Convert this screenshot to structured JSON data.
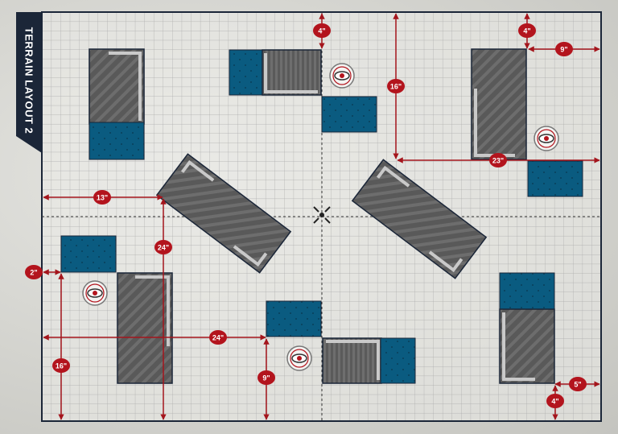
{
  "title": "TERRAIN LAYOUT 2",
  "colors": {
    "grid_line": "#a9a9a9",
    "board_border": "#1b2638",
    "ruin_fill": "#5a5a5a",
    "ruin_stripe": "#6e6e6e",
    "ruin_wall": "#c9c9c9",
    "container_blue": "#0a5b80",
    "measure_red": "#a4151c",
    "badge_red": "#b3141d",
    "title_bg": "#1b2638"
  },
  "objective_marker_icon": "eye-objective-icon",
  "center_marker_icon": "crosshair-icon",
  "measurements": {
    "m1": "4\"",
    "m2": "16\"",
    "m3": "4\"",
    "m4": "9\"",
    "m5": "23\"",
    "m6": "13\"",
    "m7": "24\"",
    "m8": "2\"",
    "m9": "24\"",
    "m10": "16\"",
    "m11": "9\"",
    "m12": "5\"",
    "m13": "4\""
  }
}
